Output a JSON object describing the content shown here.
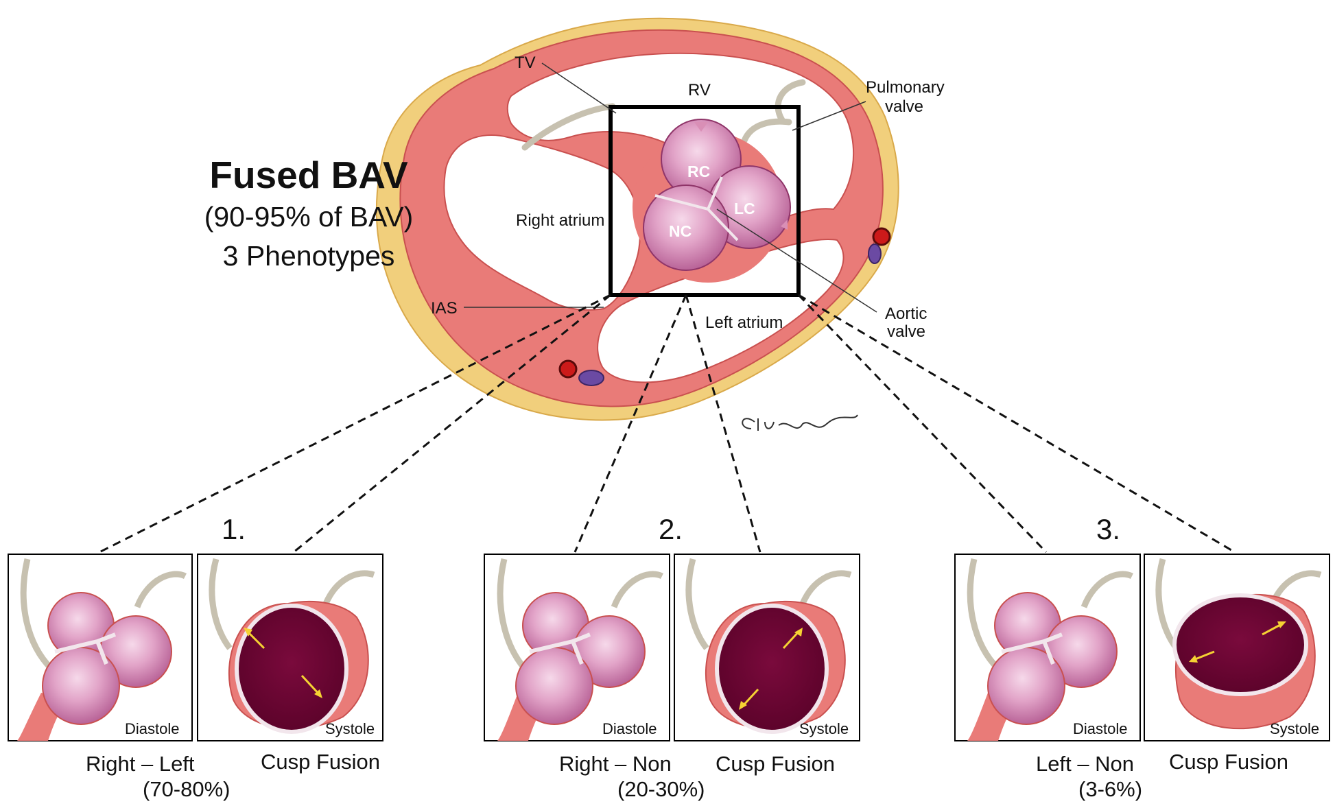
{
  "title": {
    "main": "Fused BAV",
    "line2": "(90-95% of BAV)",
    "line3": "3 Phenotypes"
  },
  "heart_labels": {
    "tv": "TV",
    "rv": "RV",
    "pulmonary_valve_line1": "Pulmonary",
    "pulmonary_valve_line2": "valve",
    "right_atrium": "Right atrium",
    "ias": "IAS",
    "left_atrium": "Left atrium",
    "aortic_valve_line1": "Aortic",
    "aortic_valve_line2": "valve",
    "cusp_rc": "RC",
    "cusp_lc": "LC",
    "cusp_nc": "NC"
  },
  "signature": "Clingman",
  "phenotypes": [
    {
      "number": "1.",
      "diastole": "Diastole",
      "systole": "Systole",
      "caption_a": "Right – Left",
      "caption_b": "Cusp Fusion",
      "percent": "(70-80%)"
    },
    {
      "number": "2.",
      "diastole": "Diastole",
      "systole": "Systole",
      "caption_a": "Right – Non",
      "caption_b": "Cusp Fusion",
      "percent": "(20-30%)"
    },
    {
      "number": "3.",
      "diastole": "Diastole",
      "systole": "Systole",
      "caption_a": "Left – Non",
      "caption_b": "Cusp Fusion",
      "percent": "(3-6%)"
    }
  ],
  "colors": {
    "myocardium": "#e97b78",
    "fat": "#f1cf7c",
    "cusp": "#d98fb6",
    "orifice": "#6e0634",
    "arrow": "#f5d233",
    "leaflet": "#c7c1b0"
  }
}
